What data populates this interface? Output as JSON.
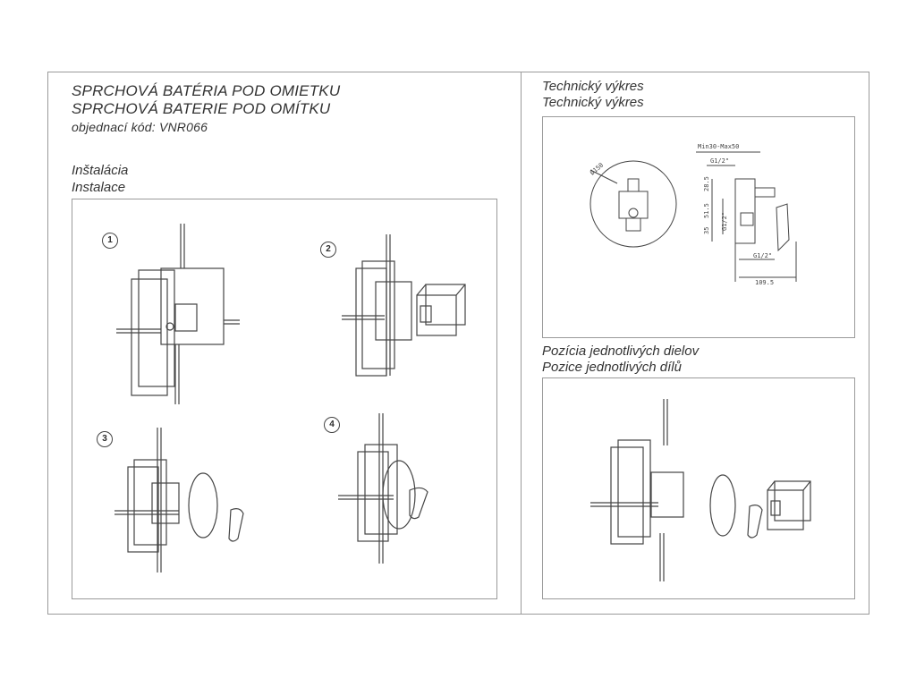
{
  "header": {
    "title_sk": "SPRCHOVÁ BATÉRIA POD OMIETKU",
    "title_cz": "SPRCHOVÁ BATERIE POD OMÍTKU",
    "order_code": "objednací kód: VNR066"
  },
  "installation": {
    "label_sk": "Inštalácia",
    "label_cz": "Instalace",
    "steps": [
      "1",
      "2",
      "3",
      "4"
    ]
  },
  "technical": {
    "label_sk": "Technický výkres",
    "label_cz": "Technický výkres",
    "dims": {
      "diameter": "Ø150",
      "depth_range": "Min30-Max50",
      "g_top": "G1/2\"",
      "g_side": "G1/2\"",
      "g_bottom": "G1/2\"",
      "d_285": "28.5",
      "d_515": "51.5",
      "d_35": "35",
      "d_1095": "109.5"
    }
  },
  "parts": {
    "label_sk": "Pozícia jednotlivých dielov",
    "label_cz": "Pozice jednotlivých dílů"
  }
}
